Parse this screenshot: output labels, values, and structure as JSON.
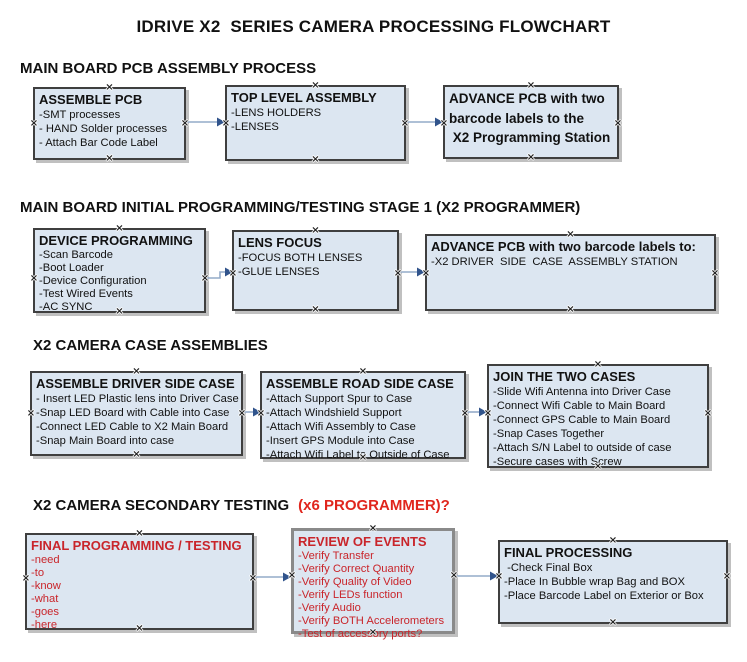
{
  "title": "IDRIVE X2  SERIES CAMERA PROCESSING FLOWCHART",
  "colors": {
    "box_fill": "#dce6f1",
    "box_border": "#3f3f3f",
    "review_border": "#8a8a8a",
    "text": "#111111",
    "red_text": "#c9252b",
    "heading_red": "#e0261d",
    "connector_line": "#94abc9",
    "connector_arrowhead": "#31548c"
  },
  "icons": {
    "connection_handle": "×"
  },
  "sections": [
    {
      "heading": "MAIN BOARD PCB ASSEMBLY PROCESS",
      "boxes": [
        {
          "title": "ASSEMBLE PCB",
          "items": [
            "-SMT processes",
            "- HAND Solder processes",
            "- Attach Bar Code Label"
          ]
        },
        {
          "title": "TOP LEVEL ASSEMBLY",
          "items": [
            "-LENS HOLDERS",
            "-LENSES"
          ]
        },
        {
          "title": "ADVANCE PCB with two\nbarcode labels to the\n X2 Programming Station",
          "items": []
        }
      ]
    },
    {
      "heading": "MAIN BOARD INITIAL PROGRAMMING/TESTING STAGE 1 (X2 PROGRAMMER)",
      "boxes": [
        {
          "title": "DEVICE PROGRAMMING",
          "items": [
            "-Scan Barcode",
            "-Boot Loader",
            "-Device Configuration",
            "-Test Wired Events",
            "-AC SYNC"
          ]
        },
        {
          "title": "LENS FOCUS",
          "items": [
            "-FOCUS BOTH LENSES",
            "-GLUE LENSES"
          ]
        },
        {
          "title": "ADVANCE PCB with two barcode labels to:",
          "items": [
            "-X2 DRIVER  SIDE  CASE  ASSEMBLY STATION"
          ]
        }
      ]
    },
    {
      "heading": "X2 CAMERA CASE ASSEMBLIES",
      "boxes": [
        {
          "title": "ASSEMBLE DRIVER SIDE CASE",
          "items": [
            "- Insert LED Plastic lens into Driver Case",
            "-Snap LED Board with Cable into Case",
            "-Connect LED Cable to X2 Main Board",
            "-Snap Main Board into case"
          ]
        },
        {
          "title": "ASSEMBLE ROAD SIDE CASE",
          "items": [
            "-Attach Support Spur to Case",
            "-Attach Windshield Support",
            "-Attach Wifi Assembly to Case",
            "-Insert GPS Module into Case",
            "-Attach Wifi Label to Outside of Case"
          ]
        },
        {
          "title": "JOIN THE TWO CASES",
          "items": [
            "-Slide Wifi Antenna into Driver Case",
            "-Connect Wifi Cable to Main Board",
            "-Connect GPS Cable to Main Board",
            "-Snap Cases Together",
            "-Attach S/N Label to outside of case",
            "-Secure cases with Screw"
          ]
        }
      ]
    },
    {
      "heading": "X2 CAMERA SECONDARY TESTING",
      "heading_suffix": "(x6 PROGRAMMER)?",
      "boxes": [
        {
          "title": "FINAL PROGRAMMING / TESTING",
          "items": [
            "-need",
            "-to",
            "-know",
            "-what",
            "-goes",
            "-here"
          ]
        },
        {
          "title": "REVIEW OF EVENTS",
          "items": [
            "-Verify Transfer",
            "-Verify Correct Quantity",
            "-Verify Quality of Video",
            "-Verify LEDs function",
            "-Verify Audio",
            "-Verify BOTH Accelerometers",
            "-Test of accessory ports?"
          ]
        },
        {
          "title": "FINAL PROCESSING",
          "items": [
            " -Check Final Box",
            "-Place In Bubble wrap Bag and BOX",
            "-Place Barcode Label on Exterior or Box"
          ]
        }
      ]
    }
  ]
}
